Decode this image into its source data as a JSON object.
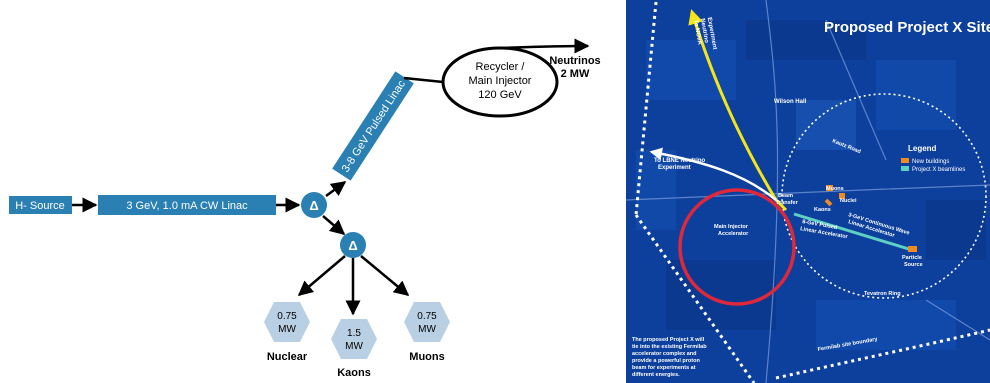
{
  "diagram": {
    "source_label": "H- Source",
    "cw_linac_label": "3 GeV, 1.0 mA CW Linac",
    "pulsed_linac_label": "3-8 GeV Pulsed Linac",
    "splitter_symbol": "Δ",
    "ring_label_line1": "Recycler /",
    "ring_label_line2": "Main Injector",
    "ring_label_line3": "120 GeV",
    "neutrinos_name": "Neutrinos",
    "neutrinos_power": "2 MW",
    "targets": [
      {
        "power_value": "0.75",
        "power_unit": "MW",
        "name": "Nuclear"
      },
      {
        "power_value": "1.5",
        "power_unit": "MW",
        "name": "Kaons"
      },
      {
        "power_value": "0.75",
        "power_unit": "MW",
        "name": "Muons"
      }
    ],
    "colors": {
      "box": "#2a7fb3",
      "hex": "#b9cfe3",
      "line": "#000000"
    }
  },
  "site_map": {
    "title": "Proposed Project X Site",
    "nova_label_1": "To NOvA",
    "nova_label_2": "Neutrino",
    "nova_label_3": "Experiment",
    "lbne_label_1": "To LBNE Neutrino",
    "lbne_label_2": "Experiment",
    "wilson_hall": "Wilson Hall",
    "road": "Kautz Road",
    "legend_title": "Legend",
    "legend_items": [
      {
        "label": "New buildings",
        "color": "#f08a24"
      },
      {
        "label": "Project X beamlines",
        "color": "#5fd0c4"
      }
    ],
    "beam_transfer_1": "Beam",
    "beam_transfer_2": "Transfer",
    "muons": "Muons",
    "nuclei": "Nuclei",
    "kaons": "Kaons",
    "mi_label_1": "Main Injector",
    "mi_label_2": "Accelerator",
    "pulsed_label_1": "8-GeV Pulsed",
    "pulsed_label_2": "Linear Accelerator",
    "cw_label_1": "3-GeV Continuous Wave",
    "cw_label_2": "Linear Accelerator",
    "particle_1": "Particle",
    "particle_2": "Source",
    "tevatron": "Tevatron Ring",
    "boundary": "Fermilab site boundary",
    "caption_1": "The proposed Project X will",
    "caption_2": "tie into the existing Fermilab",
    "caption_3": "accelerator complex and",
    "caption_4": "provide a powerful proton",
    "caption_5": "beam for experiments at",
    "caption_6": "different energies.",
    "colors": {
      "background": "#0d3f9c",
      "ring": "#e0283a",
      "beam": "#f2e61a",
      "tev": "#ffffff"
    }
  }
}
